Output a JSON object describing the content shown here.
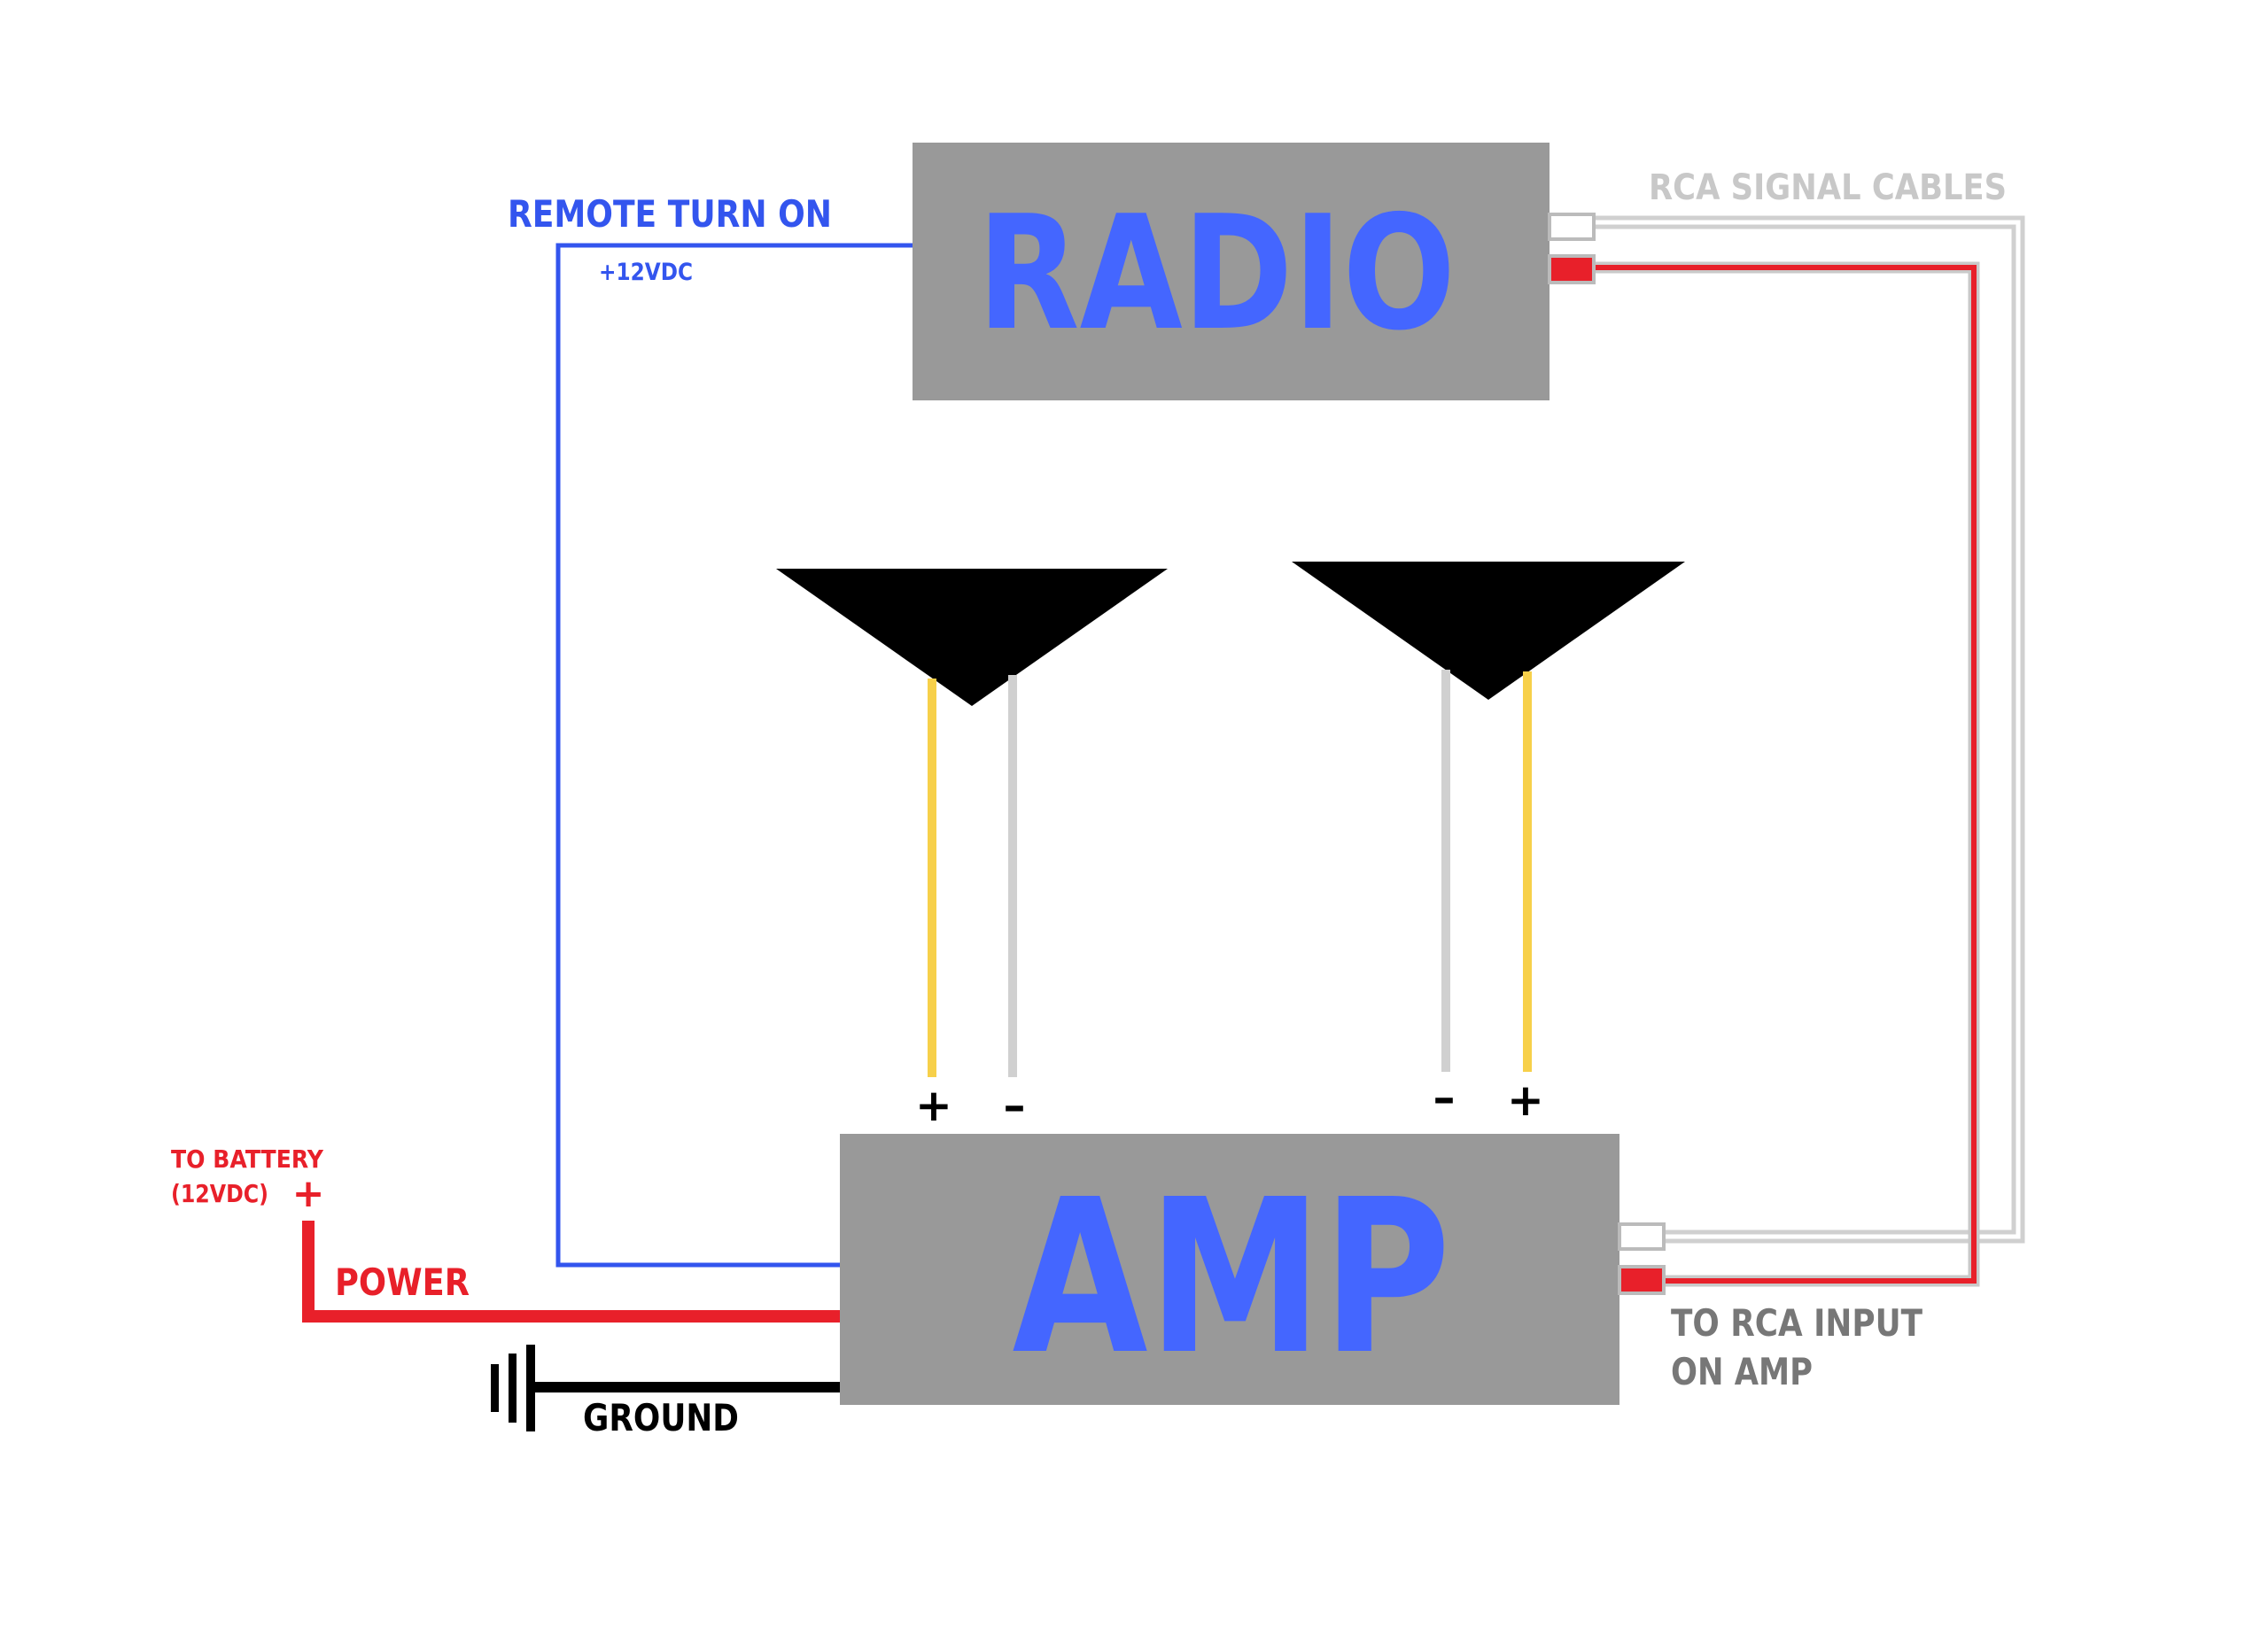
{
  "colors": {
    "background": "#ffffff",
    "box_fill": "#999999",
    "box_title": "#4466ff",
    "remote_wire": "#3355ee",
    "power_wire": "#e8202a",
    "ground_wire": "#000000",
    "rca_white": "#d0d0d0",
    "rca_red": "#e8202a",
    "speaker_positive_wire": "#f7d04a",
    "speaker_negative_wire": "#d0d0d0",
    "speaker_cone": "#000000",
    "label_gray": "#777777",
    "label_light_gray": "#c8c8c8"
  },
  "radio": {
    "title": "RADIO"
  },
  "amp": {
    "title": "AMP"
  },
  "labels": {
    "remote_turn_on": "REMOTE TURN ON",
    "remote_voltage": "+12VDC",
    "rca_signal_cables": "RCA SIGNAL CABLES",
    "rca_input_line1": "TO RCA INPUT",
    "rca_input_line2": "ON AMP",
    "battery_line1": "TO BATTERY",
    "battery_line2": "(12VDC)",
    "battery_plus": "+",
    "power": "POWER",
    "ground": "GROUND"
  },
  "speakers": [
    {
      "terminals": [
        {
          "sign": "+",
          "wire": "positive"
        },
        {
          "sign": "–",
          "wire": "negative"
        }
      ]
    },
    {
      "terminals": [
        {
          "sign": "–",
          "wire": "negative"
        },
        {
          "sign": "+",
          "wire": "positive"
        }
      ]
    }
  ],
  "icons": {
    "ground_symbol": "ground-symbol-icon",
    "speaker": "speaker-cone-icon"
  }
}
